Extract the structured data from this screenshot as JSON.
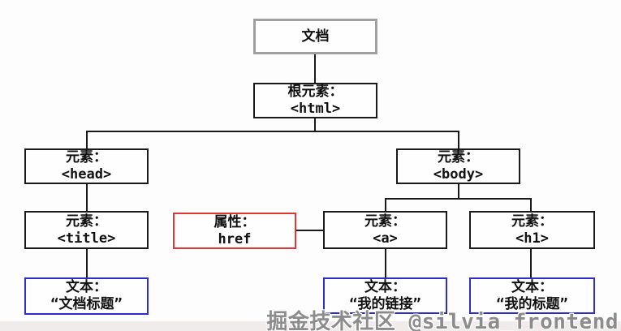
{
  "diagram": {
    "type": "dom-tree",
    "nodes": {
      "document": {
        "line1": "文档",
        "line2": ""
      },
      "html": {
        "line1": "根元素：",
        "line2": "<html>"
      },
      "head": {
        "line1": "元素：",
        "line2": "<head>"
      },
      "body": {
        "line1": "元素：",
        "line2": "<body>"
      },
      "title": {
        "line1": "元素：",
        "line2": "<title>"
      },
      "href": {
        "line1": "属性：",
        "line2": "href"
      },
      "a": {
        "line1": "元素：",
        "line2": "<a>"
      },
      "h1": {
        "line1": "元素：",
        "line2": "<h1>"
      },
      "text_title": {
        "line1": "文本：",
        "line2": "“文档标题”"
      },
      "text_link": {
        "line1": "文本：",
        "line2": "“我的链接”"
      },
      "text_h1": {
        "line1": "文本：",
        "line2": "“我的标题”"
      }
    },
    "colors": {
      "element_border": "#1a1a1a",
      "document_border": "#a0a0a0",
      "attribute_border": "#e03636",
      "text_node_border": "#2d2dc9",
      "connector": "#1a1a1a",
      "watermark_text": "#8c8c8c",
      "background": "#fdfdfd",
      "bottom_band": "#f1ecec"
    },
    "watermark": "掘金技术社区 @silvia_frontend"
  }
}
